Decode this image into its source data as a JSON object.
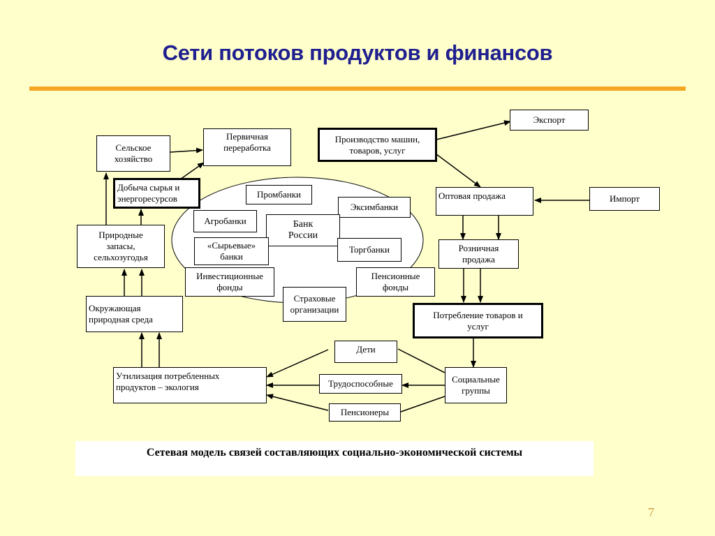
{
  "title": "Сети потоков продуктов и финансов",
  "accent_color": "#F5A623",
  "title_color": "#1F1F8F",
  "nodes": {
    "selskoe": "Сельское\nхозяйство",
    "pervichnaya": "Первичная\nпереработка",
    "proizvodstvo": "Производство машин,\nтоваров, услуг",
    "eksport": "Экспорт",
    "dobycha": "Добыча сырья и\nэнергоресурсов",
    "prombanki": "Промбанки",
    "eksimbanki": "Эксимбанки",
    "optovaya": "Оптовая продажа",
    "import": "Импорт",
    "agrobanki": "Агробанки",
    "bank_rossii": "Банк\nРоссии",
    "prirodnye": "Природные\nзапасы,\nсельхозугодья",
    "syrievye": "«Сырьевые»\nбанки",
    "torgbanki": "Торгбанки",
    "roznichnaya": "Розничная\nпродажа",
    "investicionnye": "Инвестиционные\nфонды",
    "pensionnye": "Пенсионные\nфонды",
    "strahovye": "Страховые\nорганизации",
    "okruzhayuschaya": "Окружающая\nприродная среда",
    "potreblenie": "Потребление товаров и\nуслуг",
    "deti": "Дети",
    "utilizaciya": "Утилизация потребленных\nпродуктов – экология",
    "trudosposobnye": "Трудоспособные",
    "socialnye": "Социальные\nгруппы",
    "pensionery": "Пенсионеры"
  },
  "caption": "Сетевая модель связей составляющих социально-экономической системы",
  "page_number": "7"
}
